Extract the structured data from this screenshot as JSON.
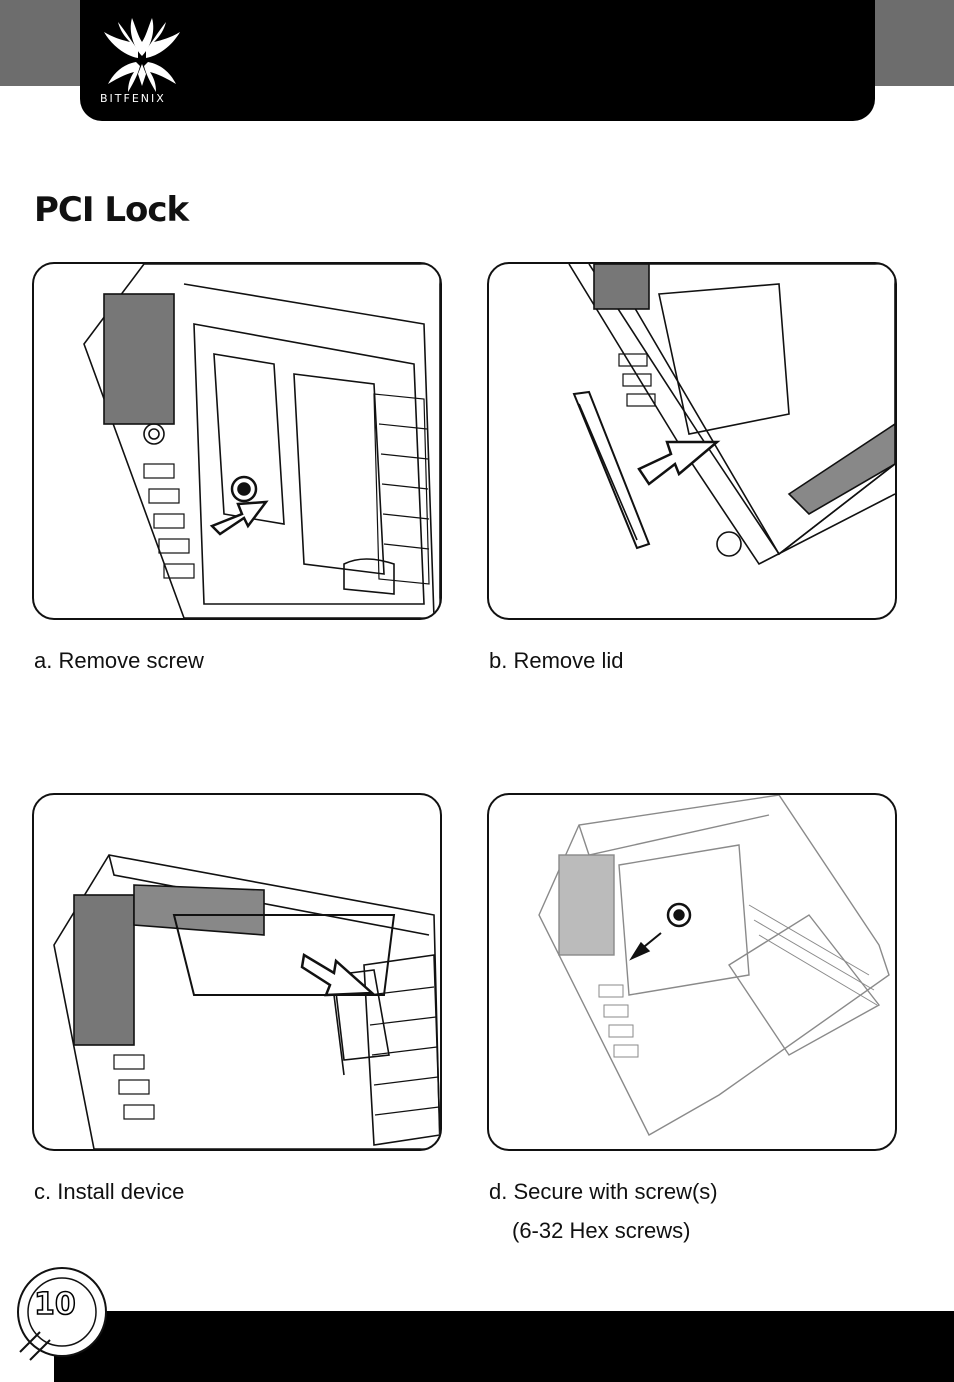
{
  "header": {
    "brand": "BITFENIX",
    "logo_icon": "bitfenix-phoenix-logo"
  },
  "page": {
    "title": "PCI Lock",
    "number": "10"
  },
  "steps": [
    {
      "caption": "a. Remove screw",
      "illustration": "remove-screw-illustration"
    },
    {
      "caption": "b. Remove lid",
      "illustration": "remove-lid-illustration"
    },
    {
      "caption": "c. Install device",
      "illustration": "install-device-illustration"
    },
    {
      "caption": "d. Secure with screw(s)",
      "note": "(6-32 Hex screws)",
      "illustration": "secure-screw-illustration"
    }
  ],
  "colors": {
    "header": "#000000",
    "header_side": "#6d6d6d",
    "line": "#111111"
  }
}
